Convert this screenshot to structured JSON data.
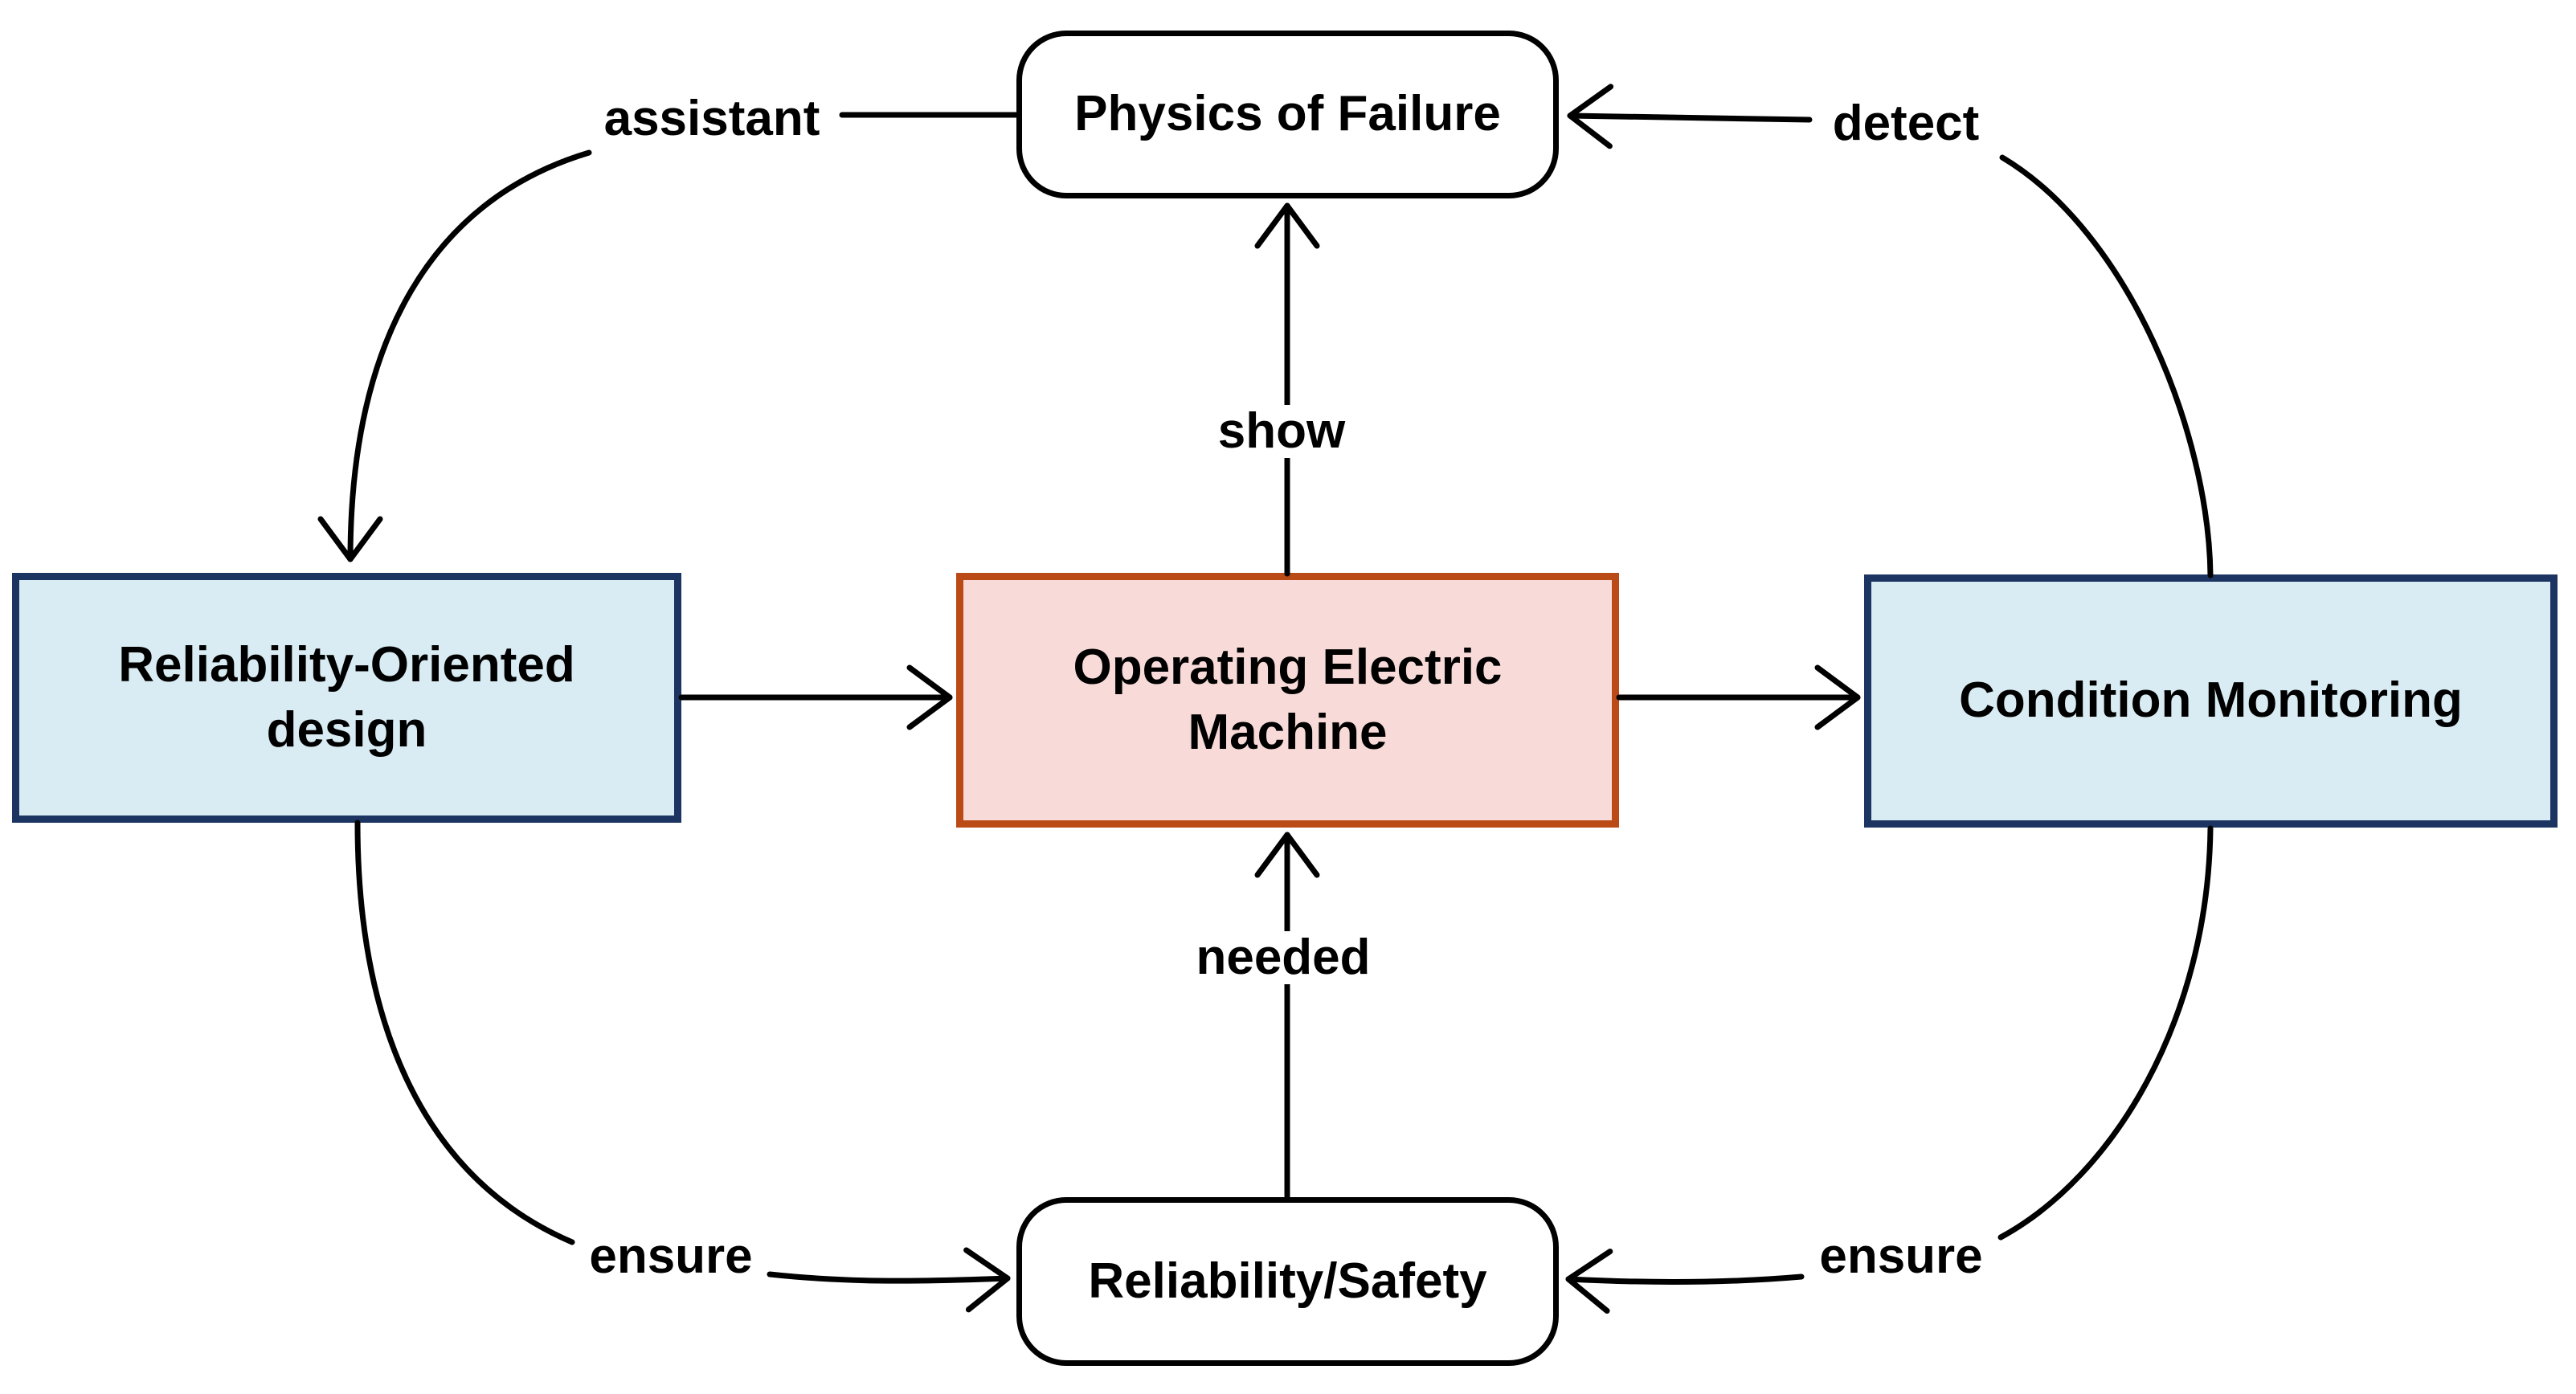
{
  "diagram": {
    "nodes": [
      {
        "id": "physics-of-failure",
        "label": "Physics of Failure",
        "shape": "rounded-rectangle",
        "fill": "#ffffff",
        "border": "#000000"
      },
      {
        "id": "reliability-oriented-design",
        "label": "Reliability-Oriented\ndesign",
        "shape": "rectangle",
        "fill": "#d9ebf3",
        "border": "#1c3461"
      },
      {
        "id": "operating-electric-machine",
        "label": "Operating Electric\nMachine",
        "shape": "rectangle",
        "fill": "#f8dbd8",
        "border": "#ba4a16"
      },
      {
        "id": "condition-monitoring",
        "label": "Condition Monitoring",
        "shape": "rectangle",
        "fill": "#d9ebf3",
        "border": "#1c3461"
      },
      {
        "id": "reliability-safety",
        "label": "Reliability/Safety",
        "shape": "rounded-rectangle",
        "fill": "#ffffff",
        "border": "#000000"
      }
    ],
    "edge_labels": {
      "assistant": "assistant",
      "detect": "detect",
      "show": "show",
      "needed": "needed",
      "ensure_left": "ensure",
      "ensure_right": "ensure"
    },
    "edges": [
      {
        "from": "physics-of-failure",
        "to": "reliability-oriented-design",
        "label": "assistant"
      },
      {
        "from": "reliability-oriented-design",
        "to": "operating-electric-machine",
        "label": ""
      },
      {
        "from": "operating-electric-machine",
        "to": "condition-monitoring",
        "label": ""
      },
      {
        "from": "operating-electric-machine",
        "to": "physics-of-failure",
        "label": "show"
      },
      {
        "from": "condition-monitoring",
        "to": "physics-of-failure",
        "label": "detect"
      },
      {
        "from": "reliability-safety",
        "to": "operating-electric-machine",
        "label": "needed"
      },
      {
        "from": "reliability-oriented-design",
        "to": "reliability-safety",
        "label": "ensure"
      },
      {
        "from": "condition-monitoring",
        "to": "reliability-safety",
        "label": "ensure"
      }
    ],
    "colors": {
      "blue_fill": "#d9ebf3",
      "blue_border": "#1c3461",
      "red_fill": "#f8dbd8",
      "red_border": "#ba4a16",
      "line": "#000000",
      "background": "#ffffff"
    }
  }
}
